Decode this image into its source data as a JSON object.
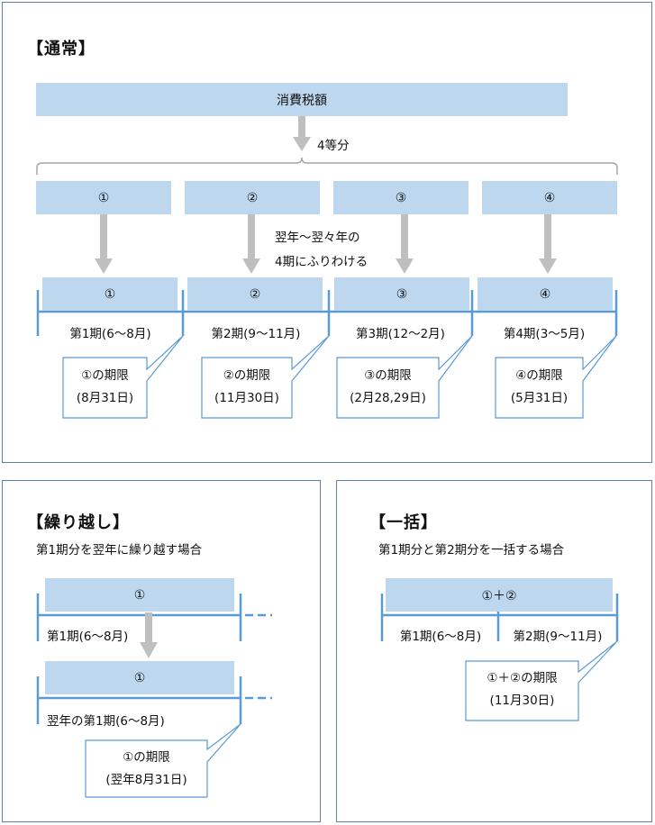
{
  "colors": {
    "box_fill": "#bdd7ee",
    "timeline": "#5b9bd5",
    "arrow": "#bfbfbf",
    "border": "#5b7fa6",
    "callout_border": "#5b9bd5"
  },
  "normal": {
    "title": "【通常】",
    "total_label": "消費税額",
    "split_label": "4等分",
    "note_line1": "翌年～翌々年の",
    "note_line2": "4期にふりわける",
    "parts": [
      "①",
      "②",
      "③",
      "④"
    ],
    "periods": [
      "第1期(6～8月)",
      "第2期(9～11月)",
      "第3期(12～2月)",
      "第4期(3～5月)"
    ],
    "deadlines": [
      {
        "line1": "①の期限",
        "line2": "(8月31日)"
      },
      {
        "line1": "②の期限",
        "line2": "(11月30日)"
      },
      {
        "line1": "③の期限",
        "line2": "(2月28,29日)"
      },
      {
        "line1": "④の期限",
        "line2": "(5月31日)"
      }
    ]
  },
  "carryover": {
    "title": "【繰り越し】",
    "subtitle": "第1期分を翌年に繰り越す場合",
    "part": "①",
    "period1": "第1期(6～8月)",
    "period2": "翌年の第1期(6～8月)",
    "deadline_line1": "①の期限",
    "deadline_line2": "(翌年8月31日)"
  },
  "lump": {
    "title": "【一括】",
    "subtitle": "第1期分と第2期分を一括する場合",
    "part": "①＋②",
    "period1": "第1期(6～8月)",
    "period2": "第2期(9～11月)",
    "deadline_line1": "①＋②の期限",
    "deadline_line2": "(11月30日)"
  }
}
